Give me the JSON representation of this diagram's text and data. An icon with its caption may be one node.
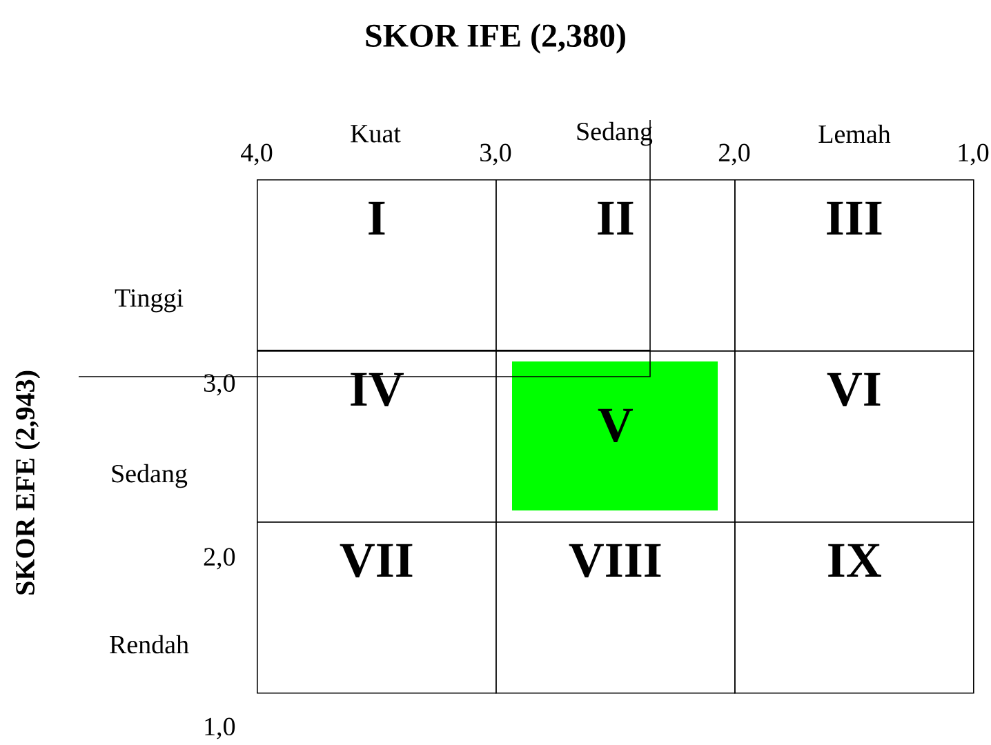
{
  "diagram": {
    "title": "SKOR IFE (2,380)",
    "nodes": [
      {
        "text": [
          "I"
        ]
      },
      {
        "text": [
          "II"
        ]
      },
      {
        "text": [
          "III"
        ]
      },
      {
        "text": [
          "IV"
        ]
      },
      {
        "text": [
          "V"
        ]
      },
      {
        "text": [
          "VI"
        ]
      },
      {
        "text": [
          "VII"
        ]
      },
      {
        "text": [
          "VIII"
        ]
      },
      {
        "text": [
          "IX"
        ]
      }
    ],
    "edges": [],
    "labels": [
      "Kuat",
      "Sedang",
      "Lemah",
      "4,0",
      "3,0",
      "2,0",
      "1,0",
      "SKOR EFE (2,943)",
      "Tinggi",
      "3,0",
      "Sedang",
      "2,0",
      "Rendah",
      "1,0"
    ]
  }
}
